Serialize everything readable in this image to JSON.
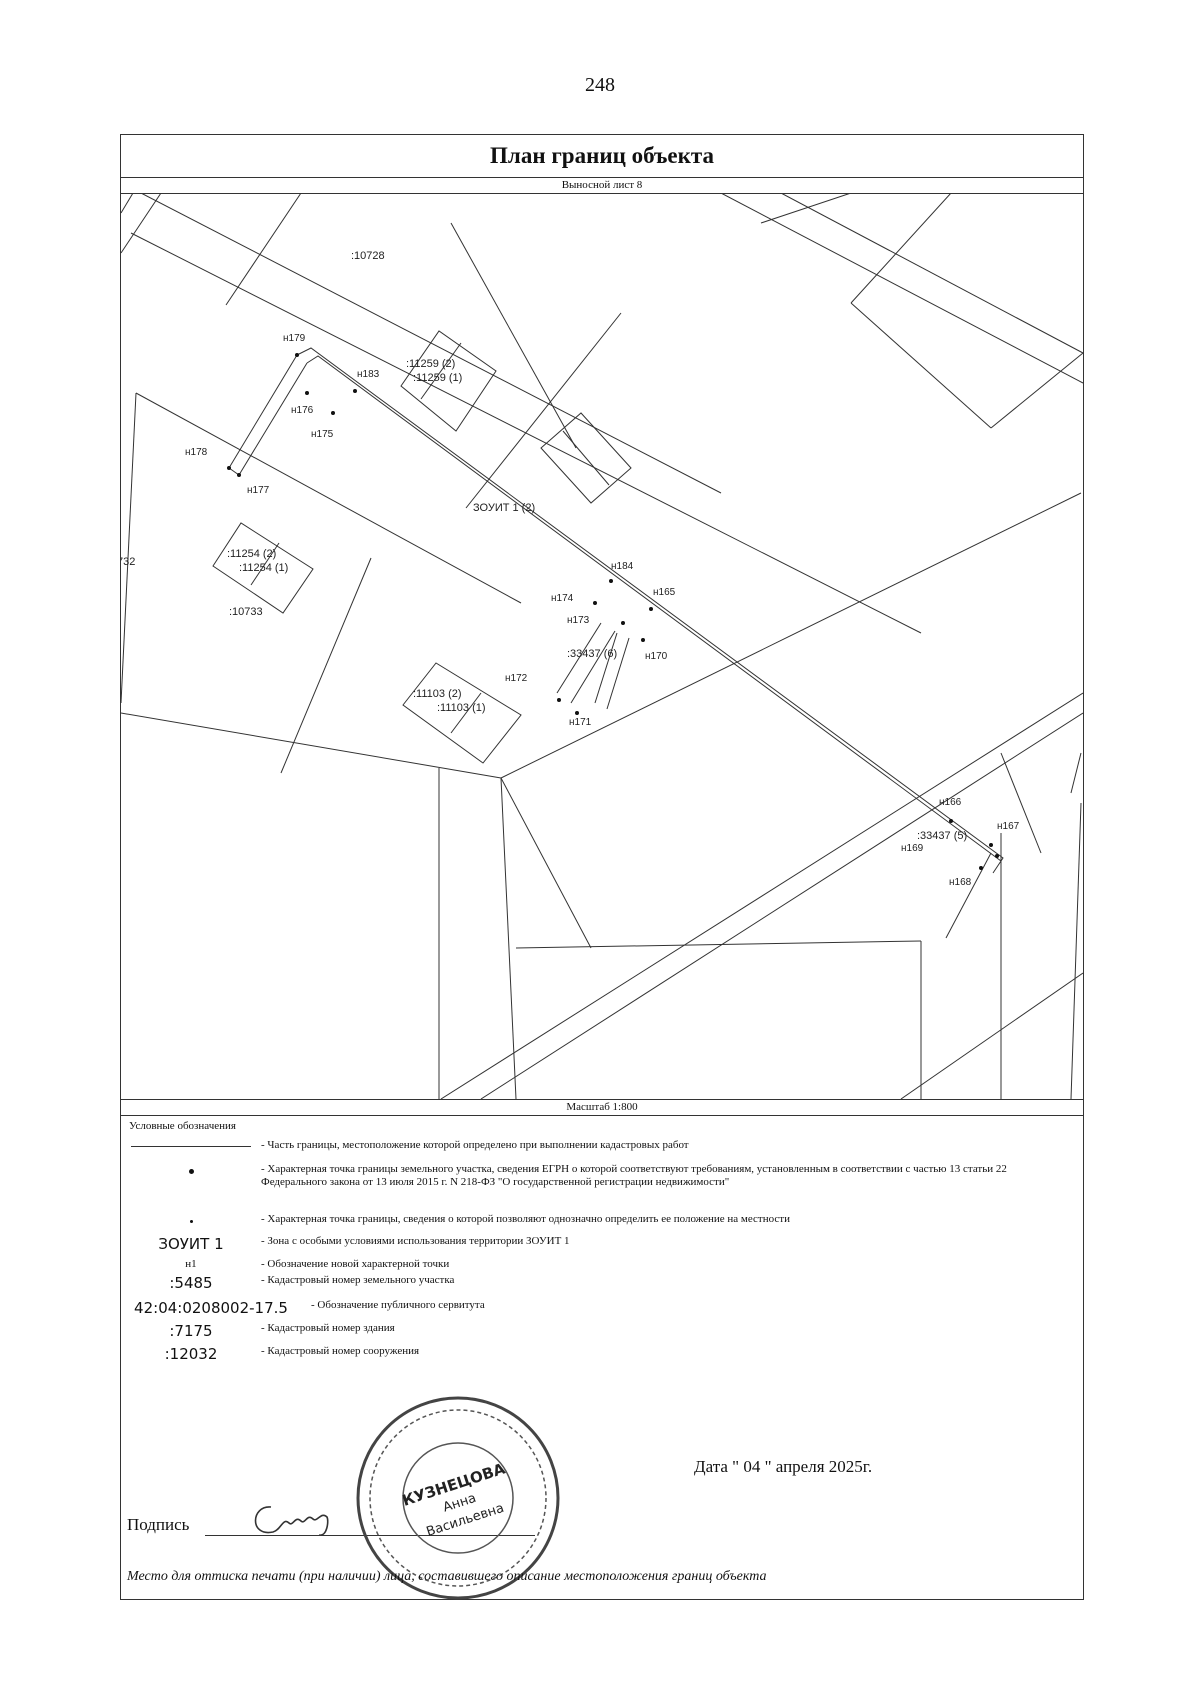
{
  "page_number": "248",
  "title": "План границ объекта",
  "sheet_label": "Выносной лист 8",
  "scale_label": "Масштаб 1:800",
  "map": {
    "parcel_labels": [
      ":10728",
      ":11259 (2)",
      ":11259 (1)",
      ":11254 (2)",
      ":11254 (1)",
      ":10733",
      ":11103 (2)",
      ":11103 (1)",
      "732"
    ],
    "zone_labels": [
      "ЗОУИТ 1 (2)",
      ":33437 (6)",
      ":33437 (5)"
    ],
    "points": [
      "н179",
      "н183",
      "н176",
      "н175",
      "н178",
      "н177",
      "н184",
      "н165",
      "н174",
      "н173",
      "н170",
      "н172",
      "н171",
      "н166",
      "н167",
      "н169",
      "н168"
    ]
  },
  "legend": {
    "title": "Условные обозначения",
    "items": [
      {
        "symbol": "",
        "text": "- Часть границы, местоположение которой определено при выполнении кадастровых работ"
      },
      {
        "symbol": "",
        "text": "- Характерная точка границы земельного участка, сведения ЕГРН о которой соответствуют требованиям, установленным в соответствии с частью 13 статьи 22 Федерального закона от 13 июля 2015 г. N 218-ФЗ \"О государственной регистрации недвижимости\""
      },
      {
        "symbol": "",
        "text": "- Характерная точка границы, сведения о которой позволяют однозначно определить ее положение на местности"
      },
      {
        "symbol": "ЗОУИТ 1",
        "text": "- Зона с особыми условиями использования территории ЗОУИТ 1"
      },
      {
        "symbol": "н1",
        "text": "- Обозначение новой характерной точки"
      },
      {
        "symbol": ":5485",
        "text": "- Кадастровый номер земельного участка"
      },
      {
        "symbol": "42:04:0208002-17.5",
        "text": "- Обозначение публичного сервитута"
      },
      {
        "symbol": ":7175",
        "text": "- Кадастровый номер здания"
      },
      {
        "symbol": ":12032",
        "text": "- Кадастровый номер сооружения"
      }
    ]
  },
  "date": "Дата \" 04 \" апреля 2025г.",
  "signature_label": "Подпись",
  "stamp_note": "Место для оттиска печати (при наличии) лица, составившего описание местоположения границ объекта",
  "stamp": {
    "name_line1": "КУЗНЕЦОВА",
    "name_line2": "Анна",
    "name_line3": "Васильевна"
  },
  "colors": {
    "line": "#333333"
  }
}
